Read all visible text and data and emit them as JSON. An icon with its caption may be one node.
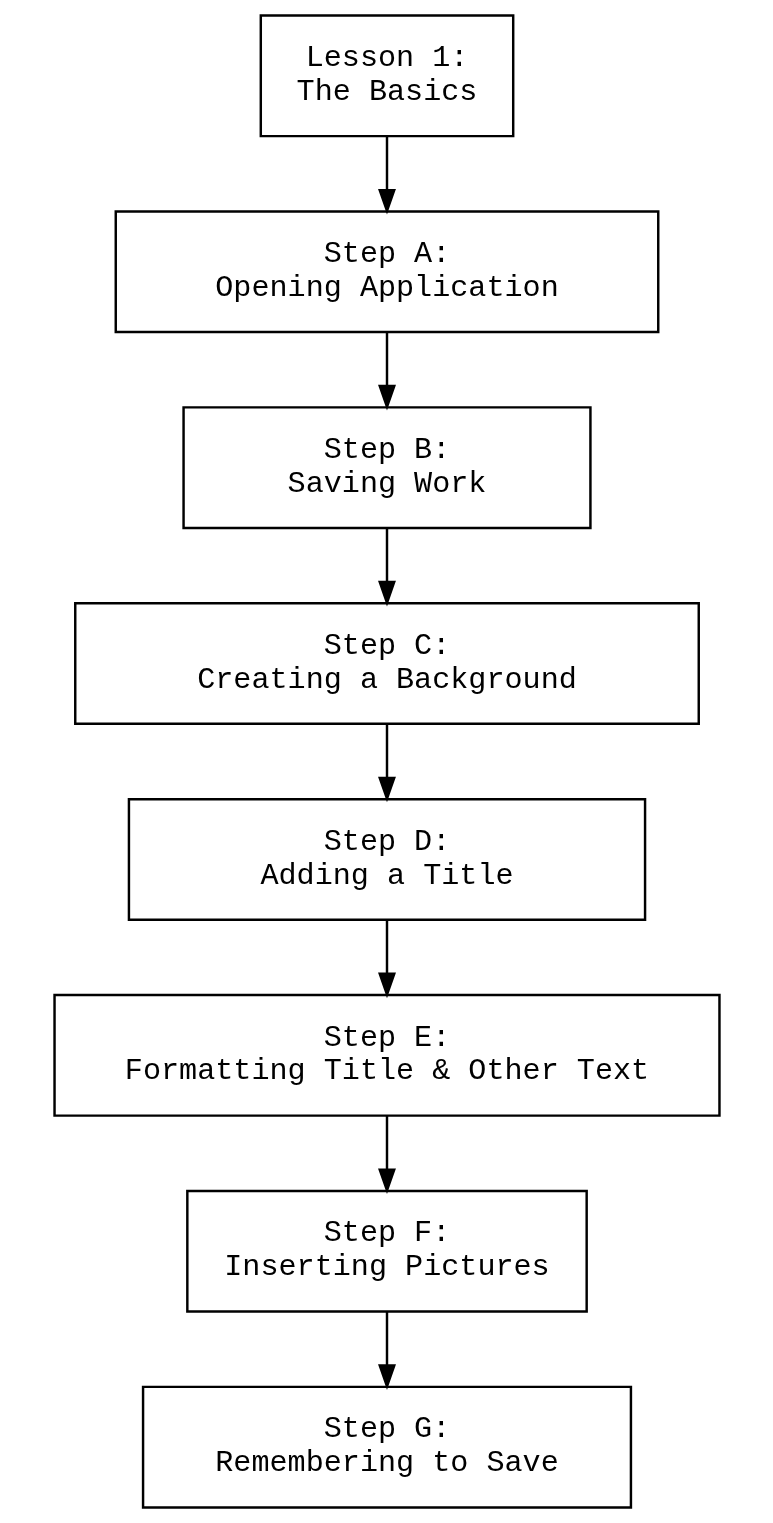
{
  "diagram": {
    "nodes": [
      {
        "text": [
          "Lesson 1:",
          "The Basics"
        ]
      },
      {
        "text": [
          "Step A:",
          "Opening Application"
        ]
      },
      {
        "text": [
          "Step B:",
          "Saving Work"
        ]
      },
      {
        "text": [
          "Step C:",
          "Creating a Background"
        ]
      },
      {
        "text": [
          "Step D:",
          "Adding a Title"
        ]
      },
      {
        "text": [
          "Step E:",
          "Formatting Title & Other Text"
        ]
      },
      {
        "text": [
          "Step F:",
          "Inserting Pictures"
        ]
      },
      {
        "text": [
          "Step G:",
          "Remembering to Save"
        ]
      }
    ],
    "edges": [
      {
        "from": 0,
        "to": 1,
        "arrow": "to"
      },
      {
        "from": 1,
        "to": 2,
        "arrow": "to"
      },
      {
        "from": 2,
        "to": 3,
        "arrow": "to"
      },
      {
        "from": 3,
        "to": 4,
        "arrow": "to"
      },
      {
        "from": 4,
        "to": 5,
        "arrow": "to"
      },
      {
        "from": 5,
        "to": 6,
        "arrow": "to"
      },
      {
        "from": 6,
        "to": 7,
        "arrow": "to"
      }
    ]
  }
}
